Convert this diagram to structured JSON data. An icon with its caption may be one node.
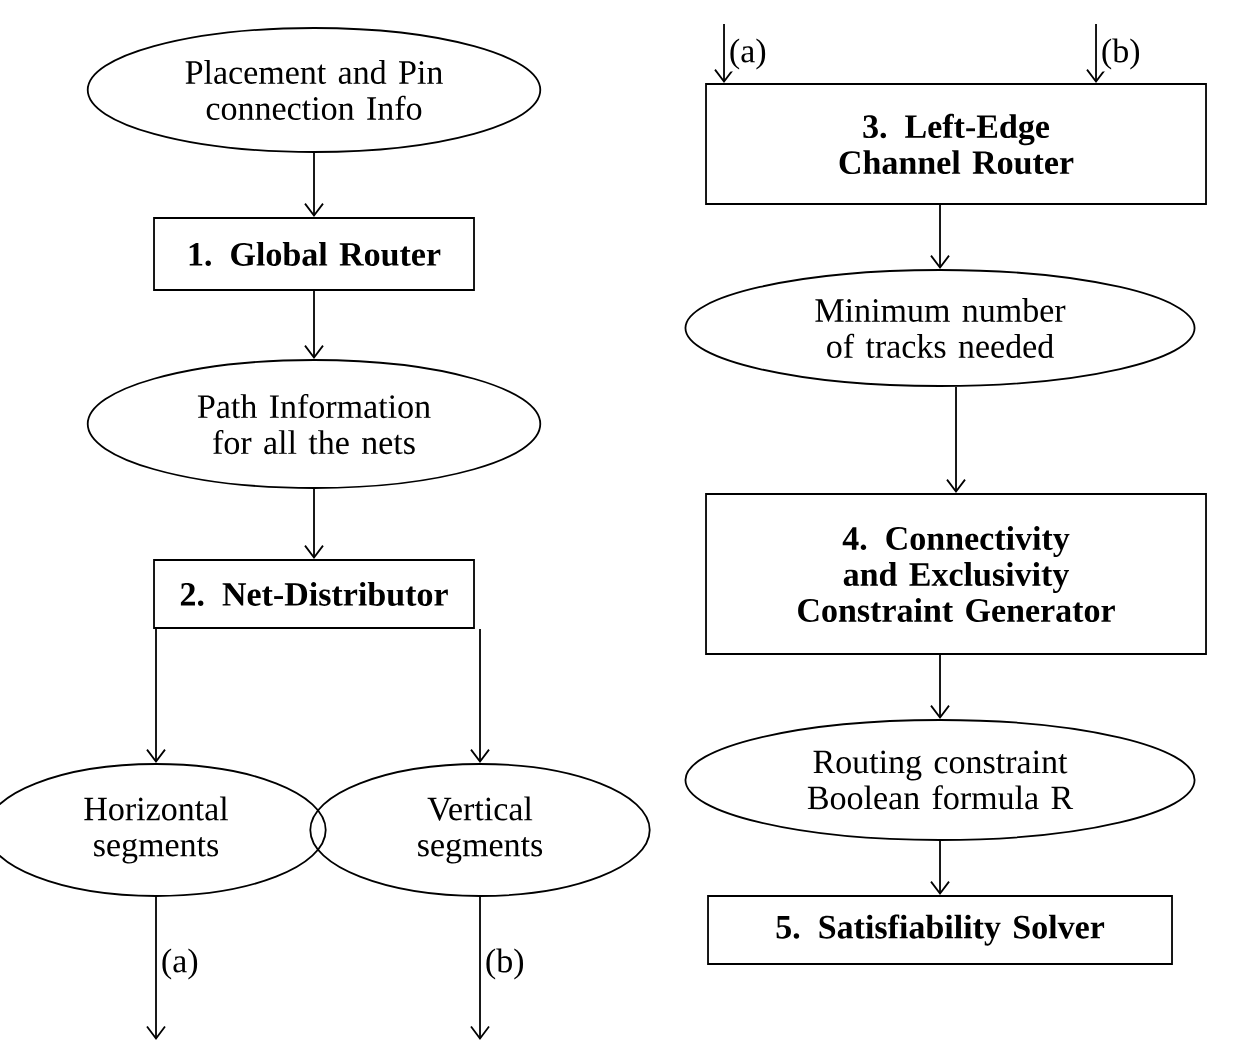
{
  "diagram": {
    "nodes": [
      {
        "text": [
          "Placement and Pin connection Info"
        ]
      },
      {
        "text": [
          "1. Global Router"
        ]
      },
      {
        "text": [
          "Path Information for all the nets"
        ]
      },
      {
        "text": [
          "2. Net-Distributor"
        ]
      },
      {
        "text": [
          "Horizontal segments"
        ]
      },
      {
        "text": [
          "Vertical segments"
        ]
      },
      {
        "text": [
          "3. Left-Edge Channel Router"
        ]
      },
      {
        "text": [
          "Minimum number of tracks needed"
        ]
      },
      {
        "text": [
          "4. Connectivity and Exclusivity Constraint Generator"
        ]
      },
      {
        "text": [
          "Routing constraint Boolean formula R"
        ]
      },
      {
        "text": [
          "5. Satisfiability Solver"
        ]
      }
    ],
    "edges": [
      {
        "from": 0,
        "to": 1,
        "arrow": "to"
      },
      {
        "from": 1,
        "to": 2,
        "arrow": "to"
      },
      {
        "from": 2,
        "to": 3,
        "arrow": "to"
      },
      {
        "from": 3,
        "to": 4,
        "arrow": "to"
      },
      {
        "from": 3,
        "to": 5,
        "arrow": "to"
      },
      {
        "from": 4,
        "to": null,
        "arrow": "to",
        "label": "(a)"
      },
      {
        "from": 5,
        "to": null,
        "arrow": "to",
        "label": "(b)"
      },
      {
        "from": null,
        "to": 6,
        "arrow": "to",
        "label": "(a)"
      },
      {
        "from": null,
        "to": 6,
        "arrow": "to",
        "label": "(b)"
      },
      {
        "from": 6,
        "to": 7,
        "arrow": "to"
      },
      {
        "from": 7,
        "to": 8,
        "arrow": "to"
      },
      {
        "from": 8,
        "to": 9,
        "arrow": "to"
      },
      {
        "from": 9,
        "to": 10,
        "arrow": "to"
      }
    ]
  }
}
